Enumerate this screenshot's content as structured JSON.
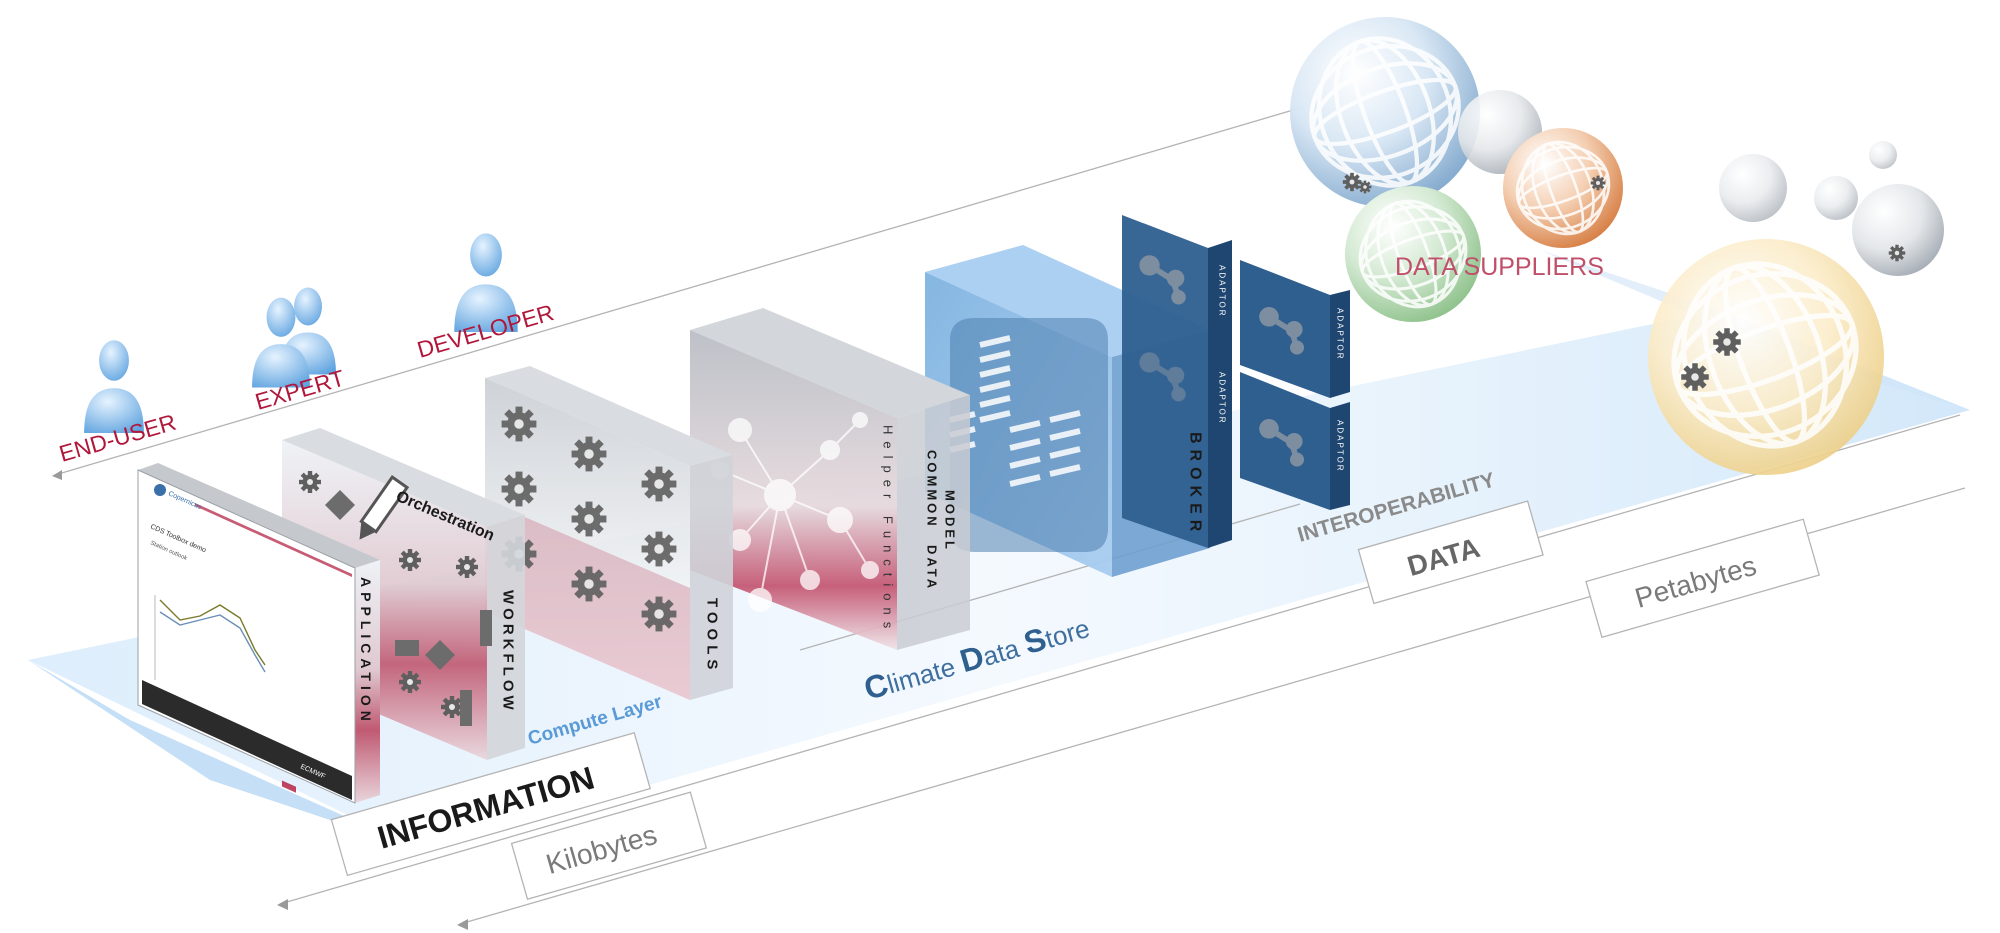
{
  "users": [
    {
      "label": "END-USER"
    },
    {
      "label": "EXPERT"
    },
    {
      "label": "DEVELOPER"
    }
  ],
  "layers": {
    "application": "APPLICATION",
    "orchestration": "Orchestration",
    "workflow": "WORKFLOW",
    "tools": "TOOLS",
    "helper_functions": "Helper Functions",
    "common_data_model": [
      "COMMON",
      "DATA",
      "MODEL"
    ],
    "compute_layer": "Compute Layer",
    "broker": "BROKER",
    "adaptor": "ADAPTOR"
  },
  "cds": {
    "first": [
      "C",
      "limate ",
      "D",
      "ata ",
      "S",
      "tore"
    ]
  },
  "app_screen": {
    "heading": "CDS Toolbox demo",
    "subheading": "Station outlook",
    "brand": "Copernicus",
    "footer_brand": "ECMWF"
  },
  "labels": {
    "data_suppliers": "DATA SUPPLIERS",
    "interoperability": "INTEROPERABILITY",
    "data": "DATA",
    "petabytes": "Petabytes",
    "information": "INFORMATION",
    "kilobytes": "Kilobytes"
  },
  "colors": {
    "crimson": "#b0173a",
    "steel_blue": "#2f5f8f",
    "cds_blue": "#3f6f9f",
    "gray_text": "#777777",
    "light_blue": "#cfe6fb",
    "data_suppliers": "#c0506a"
  },
  "icons": [
    "user-icon",
    "gear-icon",
    "network-icon",
    "database-icon",
    "pencil-icon",
    "globe-icon"
  ]
}
